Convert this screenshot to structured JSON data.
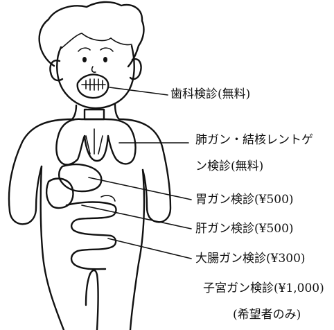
{
  "labels": {
    "dental": "歯科検診(無料)",
    "lung_line1": "肺ガン・結核レントゲ",
    "lung_line2": "ン検診(無料)",
    "stomach": "胃ガン検診(¥500)",
    "liver": "肝ガン検診(¥500)",
    "colon": "大腸ガン検診(¥300)",
    "uterine_line1": "子宮ガン検診(¥1,000)",
    "uterine_line2": "(希望者のみ)"
  }
}
